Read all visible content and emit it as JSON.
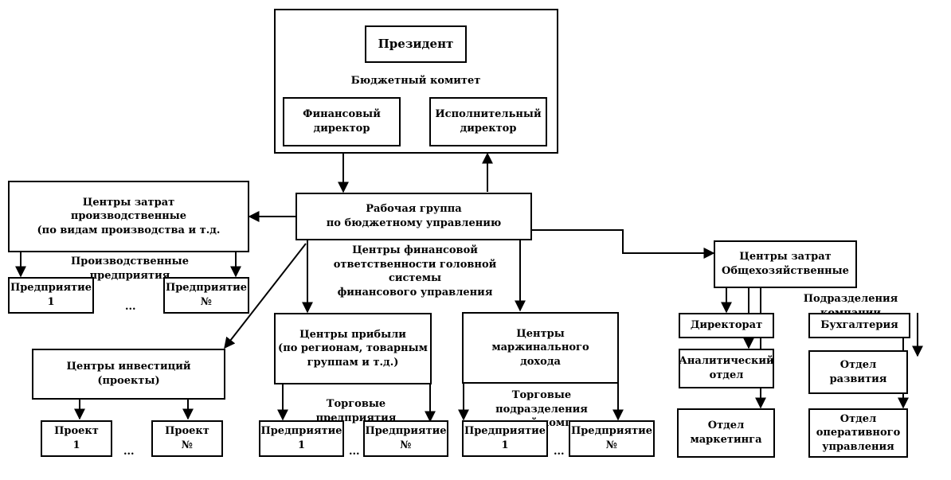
{
  "top": {
    "president": "Президент",
    "budget_committee": "Бюджетный комитет",
    "fin_director": "Финансовый\nдиректор",
    "exec_director": "Исполнительный\nдиректор"
  },
  "working_group": "Рабочая группа\nпо бюджетному управлению",
  "cfo_centers_label": "Центры финансовой\nответственности головной\nсистемы\nфинансового управления",
  "production": {
    "title": "Центры затрат\nпроизводственные\n(по видам производства и т.д.",
    "subtitle": "Производственные предприятия",
    "item1": "Предприятие\n1",
    "item2": "Предприятие\n№",
    "ellipsis": "..."
  },
  "investment": {
    "title": "Центры инвестиций\n(проекты)",
    "item1": "Проект\n1",
    "item2": "Проект\n№",
    "ellipsis": "..."
  },
  "profit": {
    "title": "Центры прибыли\n(по регионам, товарным\nгруппам и т.д.)",
    "subtitle": "Торговые предприятия",
    "item1": "Предприятие\n1",
    "item2": "Предприятие\n№",
    "ellipsis": "..."
  },
  "margin": {
    "title": "Центры\nмаржинального\nдохода",
    "subtitle": "Торговые подразделения\nголовной компании",
    "item1": "Предприятие\n1",
    "item2": "Предприятие\n№",
    "ellipsis": "..."
  },
  "general": {
    "title": "Центры затрат\nОбщехозяйственные",
    "subtitle": "Подразделения компании",
    "directorate": "Директорат",
    "analytics": "Аналитический\nотдел",
    "marketing": "Отдел\nмаркетинга",
    "accounting": "Бухгалтерия",
    "development": "Отдел\nразвития",
    "operations": "Отдел\nоперативного\nуправления"
  }
}
